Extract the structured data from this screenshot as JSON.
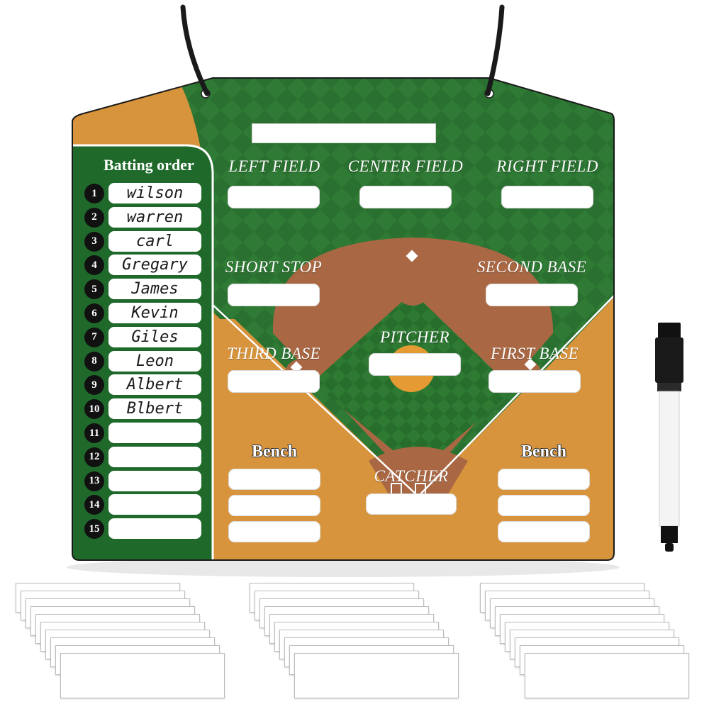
{
  "board": {
    "batting": {
      "title": "Batting order",
      "rows": [
        {
          "num": "1",
          "name": "wilson"
        },
        {
          "num": "2",
          "name": "warren"
        },
        {
          "num": "3",
          "name": "carl"
        },
        {
          "num": "4",
          "name": "Gregary"
        },
        {
          "num": "5",
          "name": "James"
        },
        {
          "num": "6",
          "name": "Kevin"
        },
        {
          "num": "7",
          "name": "Giles"
        },
        {
          "num": "8",
          "name": "Leon"
        },
        {
          "num": "9",
          "name": "Albert"
        },
        {
          "num": "10",
          "name": "Blbert"
        },
        {
          "num": "11",
          "name": ""
        },
        {
          "num": "12",
          "name": ""
        },
        {
          "num": "13",
          "name": ""
        },
        {
          "num": "14",
          "name": ""
        },
        {
          "num": "15",
          "name": ""
        }
      ]
    },
    "positions": {
      "left_field": "LEFT FIELD",
      "center_field": "CENTER FIELD",
      "right_field": "RIGHT FIELD",
      "short_stop": "SHORT STOP",
      "second_base": "SECOND BASE",
      "third_base": "THIRD BASE",
      "pitcher": "PITCHER",
      "first_base": "FIRST BASE",
      "catcher": "CATCHER"
    },
    "bench_left": "Bench",
    "bench_right": "Bench"
  },
  "colors": {
    "field_green": "#2f7a34",
    "field_green_dark": "#1f5f27",
    "dirt": "#a96743",
    "orange": "#d8943c",
    "mound": "#e59a33"
  },
  "icons": [
    "hanging-string-icon",
    "marker-pen-icon",
    "base-diamond-icon"
  ]
}
